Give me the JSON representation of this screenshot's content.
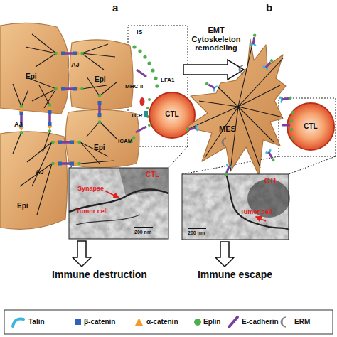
{
  "diagram": {
    "nodes": [
      {
        "text": [
          "Epi"
        ]
      },
      {
        "text": [
          "Epi"
        ]
      },
      {
        "text": [
          "Epi"
        ]
      },
      {
        "text": [
          "Epi"
        ]
      },
      {
        "text": [
          "CTL"
        ]
      },
      {
        "text": [
          "CTL",
          "Synapse",
          "Tumor cell",
          "200 nm"
        ]
      },
      {
        "text": [
          "MES"
        ]
      },
      {
        "text": [
          "CTL"
        ]
      },
      {
        "text": [
          "CTL",
          "Tumor cell",
          "200 nm"
        ]
      },
      {
        "text": [
          "Immune destruction"
        ]
      },
      {
        "text": [
          "Immune escape"
        ]
      }
    ],
    "edges": [
      {
        "from": 5,
        "to": 9,
        "arrow": "to"
      },
      {
        "from": 8,
        "to": 10,
        "arrow": "to"
      }
    ],
    "labels": [
      "a",
      "IS",
      "LFA1",
      "MHC-II",
      "TCR",
      "ICAM",
      "AJ",
      "AJ",
      "AJ",
      "EMT Cytoskeleton remodeling",
      "b"
    ],
    "legend": [
      {
        "text": "Talin"
      },
      {
        "text": "β-catenin"
      },
      {
        "text": "α-catenin"
      },
      {
        "text": "Eplin"
      },
      {
        "text": "E-cadherin"
      },
      {
        "text": "ERM"
      }
    ]
  }
}
